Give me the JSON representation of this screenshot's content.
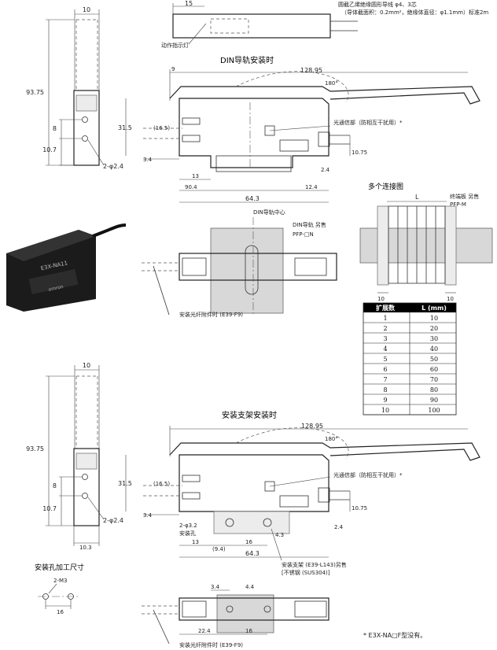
{
  "top": {
    "title": "DIN导轨安装时",
    "cable_note_line1": "圆截乙烯绝缘圆形导线 φ4、3芯",
    "cable_note_line2": "（导体截面积：0.2mm²，绝缘体直径：φ1.1mm）标准2m",
    "action_indicator": "动作指示灯",
    "optical_comm": "光通信部（防相互干扰用）*",
    "angle": "180°",
    "din_center": "DIN导轨中心",
    "din_rail": "DIN导轨 另售",
    "din_rail_model": "PFP-□N",
    "fiber_attach": "安装光纤附件时 (E39-F9)",
    "dims": {
      "d15": "15",
      "d10": "10",
      "d9": "9",
      "d128_95": "128.95",
      "d93_75": "93.75",
      "d31_5": "31.5",
      "d16_5": "(16.5)",
      "d8": "8",
      "d10_7": "10.7",
      "d3_4": "3.4",
      "d2_phi2_4": "2-φ2.4",
      "d10_75": "10.75",
      "d2_4": "2.4",
      "d13": "13",
      "d90_4": "90.4",
      "d12_4": "12.4",
      "d64_3": "64.3"
    }
  },
  "multi": {
    "title": "多个连接图",
    "end_plate": "终端板 另售",
    "end_plate_model": "PFP-M",
    "L": "L",
    "d10_left": "10",
    "d10_right": "10"
  },
  "table": {
    "headers": [
      "扩展数",
      "L (mm)"
    ],
    "rows": [
      [
        "1",
        "10"
      ],
      [
        "2",
        "20"
      ],
      [
        "3",
        "30"
      ],
      [
        "4",
        "40"
      ],
      [
        "5",
        "50"
      ],
      [
        "6",
        "60"
      ],
      [
        "7",
        "70"
      ],
      [
        "8",
        "80"
      ],
      [
        "9",
        "90"
      ],
      [
        "10",
        "100"
      ]
    ]
  },
  "bottom": {
    "title": "安装支架安装时",
    "optical_comm": "光通信部（防相互干扰用）*",
    "angle": "180°",
    "mount_hole": "2-φ3.2",
    "mount_hole_label": "安装孔",
    "bracket_note_line1": "安装支架 (E39-L143)另售",
    "bracket_note_line2": "[不锈钢 (SUS304)]",
    "fiber_attach": "安装光纤附件时 (E39-F9)",
    "hole_title": "安装孔加工尺寸",
    "hole_m3": "2-M3",
    "note": "* E3X-NA□F型没有。",
    "dims": {
      "d10": "10",
      "d128_95": "128.95",
      "d93_75": "93.75",
      "d31_5": "31.5",
      "d16_5": "(16.5)",
      "d8": "8",
      "d10_7": "10.7",
      "d3_4": "3.4",
      "d2_phi2_4": "2-φ2.4",
      "d10_3": "10.3",
      "d13": "13",
      "d9_4": "(9.4)",
      "d16": "16",
      "d4_3": "4.3",
      "d64_3": "64.3",
      "d10_75": "10.75",
      "d2_4": "2.4",
      "d3_4b": "3.4",
      "d4_4": "4.4",
      "d22_4": "22.4",
      "d16b": "16",
      "d16c": "16"
    }
  },
  "photo": {
    "label": "E3X-NA11",
    "brand": "omron"
  }
}
